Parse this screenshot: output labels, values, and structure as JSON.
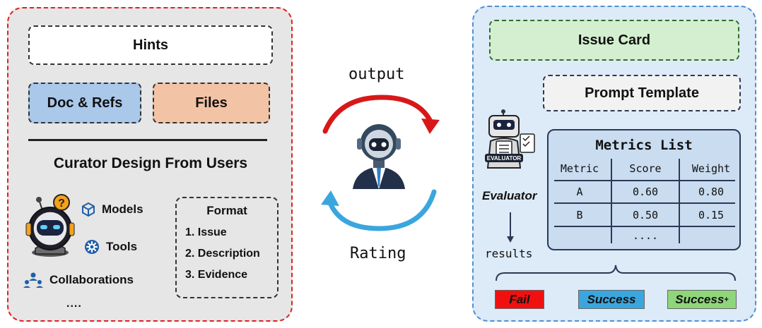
{
  "left_panel": {
    "hints": "Hints",
    "doc_refs": "Doc & Refs",
    "files": "Files",
    "curator_title": "Curator Design From Users",
    "features": {
      "models": "Models",
      "tools": "Tools",
      "collaborations": "Collaborations"
    },
    "ellipsis": "....",
    "format": {
      "title": "Format",
      "items": [
        "1. Issue",
        "2. Description",
        "3. Evidence"
      ]
    },
    "icons": [
      "curator-robot-icon",
      "question-badge-icon",
      "cube-icon",
      "gear-icon",
      "people-network-icon"
    ]
  },
  "center": {
    "output": "output",
    "rating": "Rating",
    "icons": [
      "agent-avatar-icon",
      "red-cycle-arrow-icon",
      "blue-cycle-arrow-icon"
    ]
  },
  "right_panel": {
    "issue_card": "Issue Card",
    "prompt_template": "Prompt Template",
    "metrics": {
      "title": "Metrics List",
      "headers": [
        "Metric",
        "Score",
        "Weight"
      ],
      "rows": [
        [
          "A",
          "0.60",
          "0.80"
        ],
        [
          "B",
          "0.50",
          "0.15"
        ]
      ],
      "ellipsis": "...."
    },
    "evaluator_badge": "EVALUATOR",
    "evaluator": "Evaluator",
    "results": "results",
    "outcomes": {
      "fail": "Fail",
      "success": "Success",
      "success_plus": "Success",
      "success_plus_sup": "+"
    },
    "icons": [
      "evaluator-robot-icon",
      "down-arrow-icon",
      "curly-brace-icon"
    ]
  },
  "colors": {
    "left_border": "#e02020",
    "left_bg": "#e6e6e6",
    "right_border": "#4f90d0",
    "right_bg": "#ddeaf8",
    "doc_refs": "#a9c8ea",
    "files": "#f3c3a6",
    "issue_card": "#d3efcf",
    "fail": "#f01010",
    "success": "#3aa6dd",
    "success_plus": "#8fd67a",
    "output_arrow": "#d81818",
    "rating_arrow": "#3aa6dd"
  }
}
